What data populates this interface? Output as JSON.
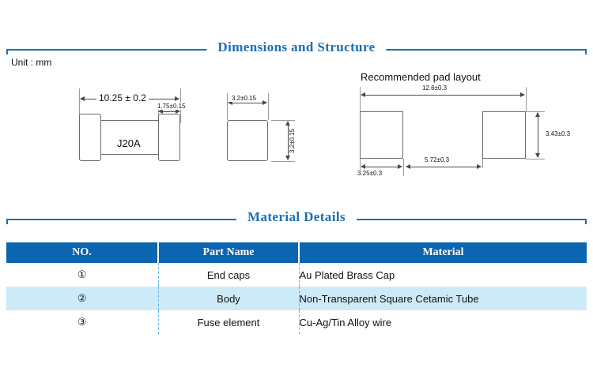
{
  "sections": {
    "dimensions": {
      "title": "Dimensions and Structure"
    },
    "material": {
      "title": "Material  Details"
    }
  },
  "unit_label": "Unit : mm",
  "drawings": {
    "side_view": {
      "part_label": "J20A",
      "length_dim": "10.25 ± 0.2",
      "cap_dim": "1.75±0.15"
    },
    "end_view": {
      "width_dim": "3.2±0.15",
      "height_dim": "3.2±0.15"
    },
    "pad_layout": {
      "caption": "Recommended pad layout",
      "overall_dim": "12.6±0.3",
      "pad_height_dim": "3.43±0.3",
      "pad_width_dim": "3.25±0.3",
      "gap_dim": "5.72±0.3"
    }
  },
  "material_table": {
    "headers": [
      "NO.",
      "Part Name",
      "Material"
    ],
    "rows": [
      {
        "no": "①",
        "part": "End caps",
        "material": "Au Plated Brass Cap"
      },
      {
        "no": "②",
        "part": "Body",
        "material": "Non-Transparent Square Cetamic Tube"
      },
      {
        "no": "③",
        "part": "Fuse element",
        "material": "Cu-Ag/Tin Alloy wire"
      }
    ]
  },
  "colors": {
    "accent_blue": "#1a6fb4",
    "header_blue": "#0b65b0",
    "row_highlight": "#cdeaf8",
    "dash_blue": "#58b4e0"
  }
}
